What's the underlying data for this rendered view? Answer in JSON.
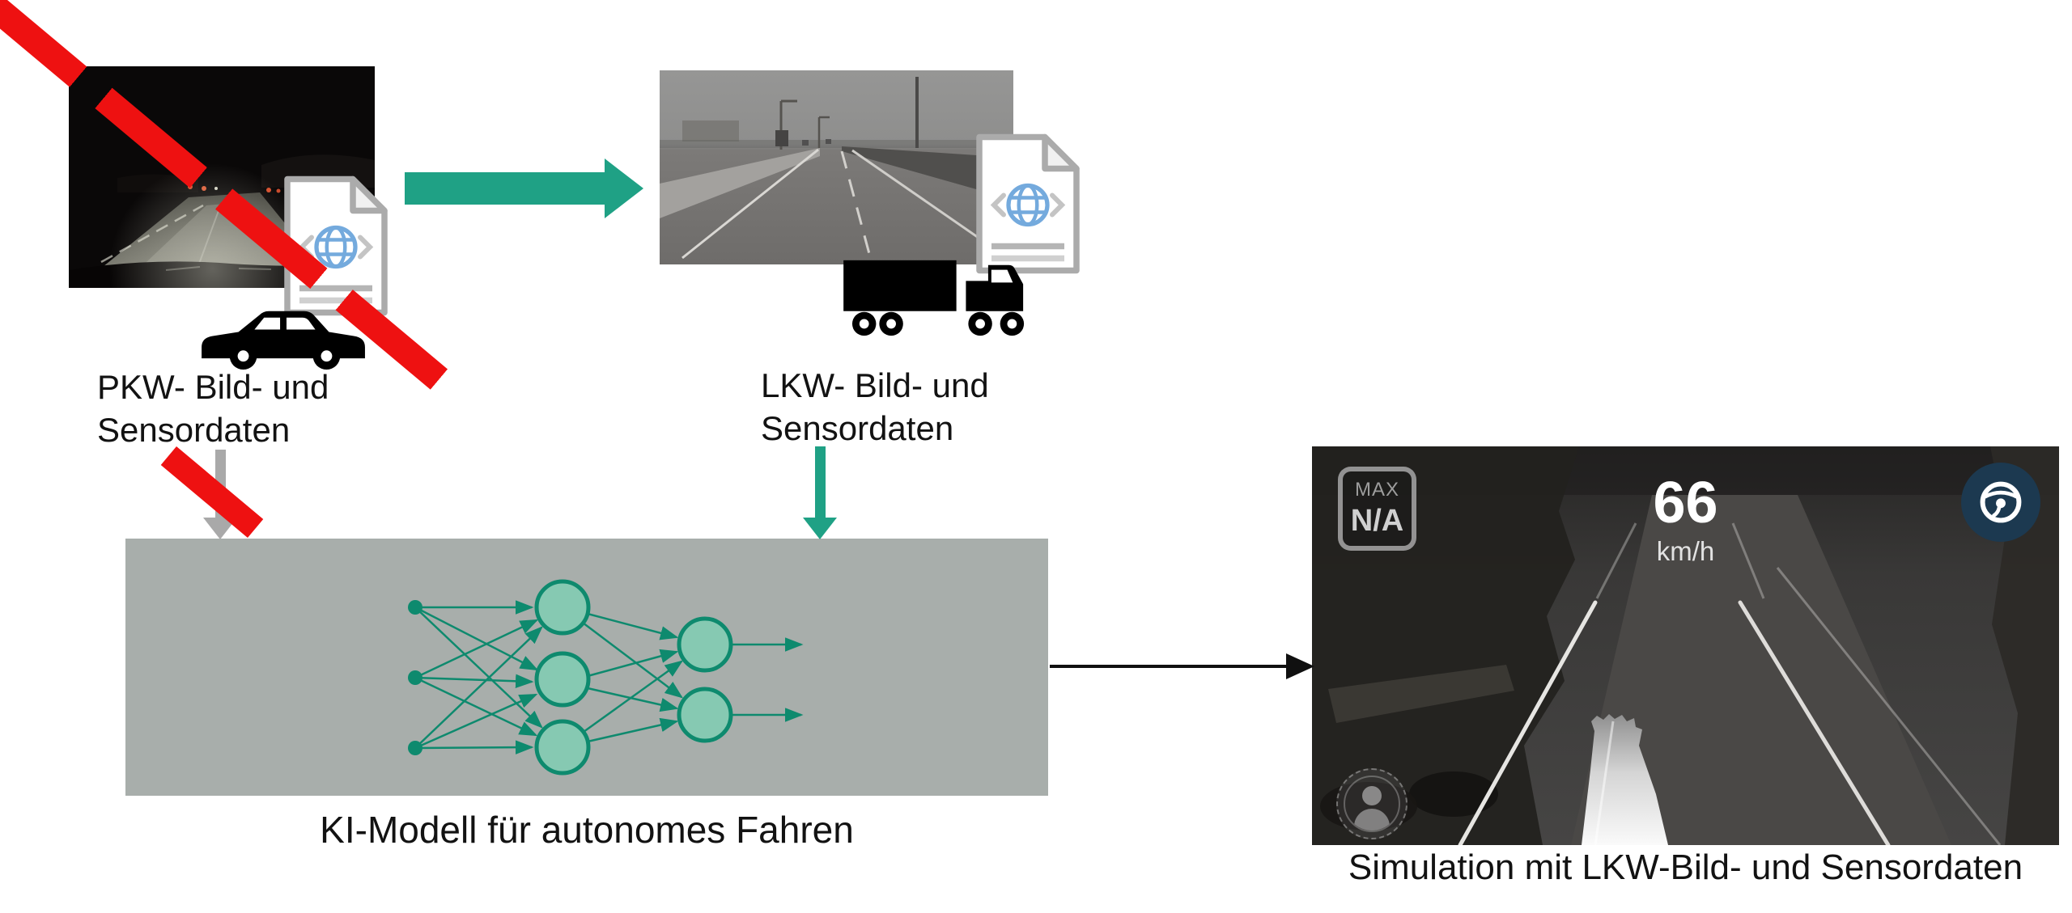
{
  "pkw": {
    "line1": "PKW- Bild- und",
    "line2": "Sensordaten"
  },
  "lkw": {
    "line1": "LKW- Bild- und",
    "line2": "Sensordaten"
  },
  "model": {
    "label": "KI-Modell für autonomes Fahren"
  },
  "simulation": {
    "caption": "Simulation mit LKW-Bild- und Sensordaten",
    "hud": {
      "max_label": "MAX",
      "max_value": "N/A",
      "speed": "66",
      "unit": "km/h"
    }
  },
  "colors": {
    "accent_teal": "#1fa185",
    "prohibit_red": "#ee1111",
    "model_box_gray": "#a8aeab",
    "steering_badge_navy": "#1c3950",
    "globe_blue": "#74aadd"
  },
  "icons": {
    "data_file": "data-file-icon",
    "car": "car-icon",
    "truck": "truck-icon",
    "neural_network": "neural-network-icon",
    "steering": "steering-wheel-icon",
    "driver_monitor": "driver-monitor-icon"
  }
}
